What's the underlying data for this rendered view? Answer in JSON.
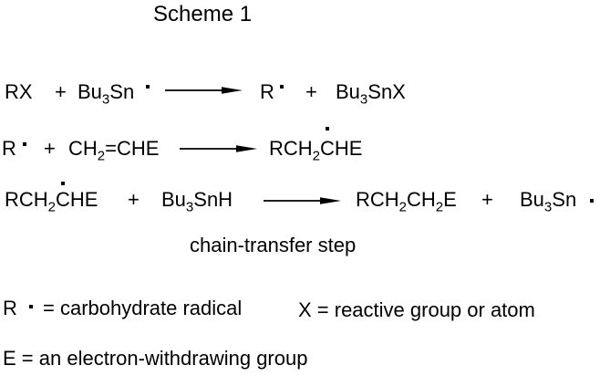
{
  "title": "Scheme 1",
  "colors": {
    "background": "#ffffff",
    "text": "#000000"
  },
  "line1": {
    "reactant1": "RX",
    "plus1": "+",
    "tin_base": "Bu",
    "tin_sub": "3",
    "tin_tail": "Sn",
    "product1": "R",
    "plus2": "+",
    "tin2_base": "Bu",
    "tin2_sub": "3",
    "tin2_tail": "SnX"
  },
  "line2": {
    "reactant1": "R",
    "plus": "+",
    "alkene_head": "CH",
    "alkene_sub": "2",
    "alkene_tail": "=CHE",
    "product_head": "RCH",
    "product_sub": "2",
    "product_c": "C",
    "product_tail": "HE"
  },
  "line3": {
    "radical_head": "RCH",
    "radical_sub": "2",
    "radical_c": "C",
    "radical_tail": "HE",
    "plus1": "+",
    "tin_base": "Bu",
    "tin_sub": "3",
    "tin_tail": "SnH",
    "product_head": "RCH",
    "product_sub1": "2",
    "product_mid": "CH",
    "product_sub2": "2",
    "product_tail": "E",
    "plus2": "+",
    "tin2_base": "Bu",
    "tin2_sub": "3",
    "tin2_tail": "Sn"
  },
  "caption": "chain-transfer step",
  "legend": {
    "r_symbol": "R",
    "r_text": "= carbohydrate radical",
    "x_text": "X = reactive group or atom",
    "e_text": "E = an electron-withdrawing group"
  }
}
